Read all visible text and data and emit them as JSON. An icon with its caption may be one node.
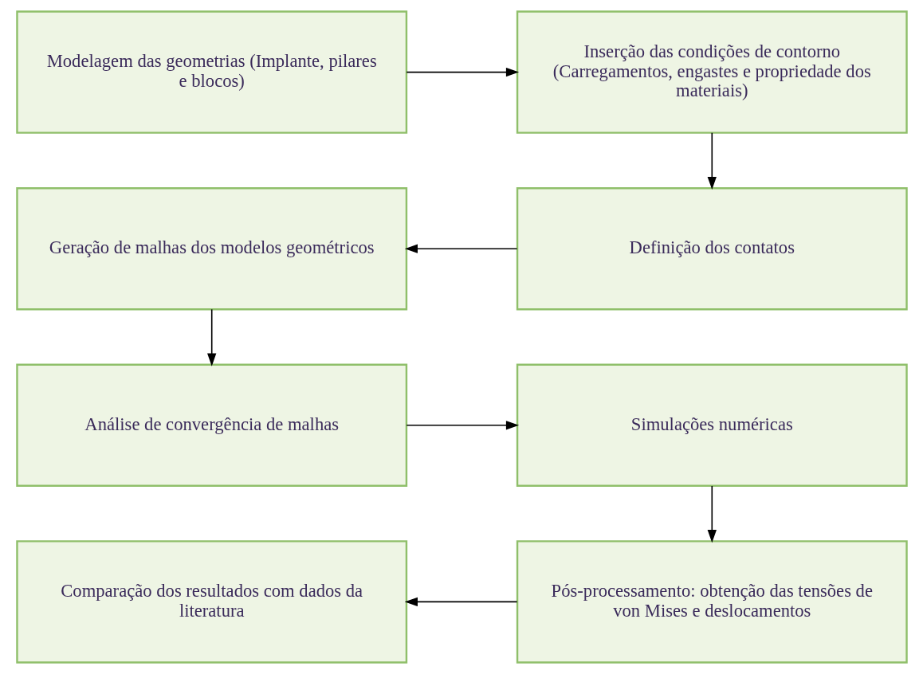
{
  "diagram": {
    "nodes": [
      {
        "text": [
          "Modelagem das geometrias (Implante, pilares e blocos)"
        ]
      },
      {
        "text": [
          "Inserção das condições de contorno (Carregamentos, engastes e propriedade dos materiais)"
        ]
      },
      {
        "text": [
          "Geração de malhas dos modelos geométricos"
        ]
      },
      {
        "text": [
          "Definição dos contatos"
        ]
      },
      {
        "text": [
          "Análise de convergência de malhas"
        ]
      },
      {
        "text": [
          "Simulações numéricas"
        ]
      },
      {
        "text": [
          "Comparação dos resultados com dados da literatura"
        ]
      },
      {
        "text": [
          "Pós-processamento: obtenção das tensões de von Mises e deslocamentos"
        ]
      }
    ],
    "edges": [
      {
        "from": 0,
        "to": 1,
        "arrow": "to"
      },
      {
        "from": 1,
        "to": 3,
        "arrow": "to"
      },
      {
        "from": 3,
        "to": 2,
        "arrow": "to"
      },
      {
        "from": 2,
        "to": 4,
        "arrow": "to"
      },
      {
        "from": 4,
        "to": 5,
        "arrow": "to"
      },
      {
        "from": 5,
        "to": 7,
        "arrow": "to"
      },
      {
        "from": 7,
        "to": 6,
        "arrow": "to"
      }
    ]
  }
}
